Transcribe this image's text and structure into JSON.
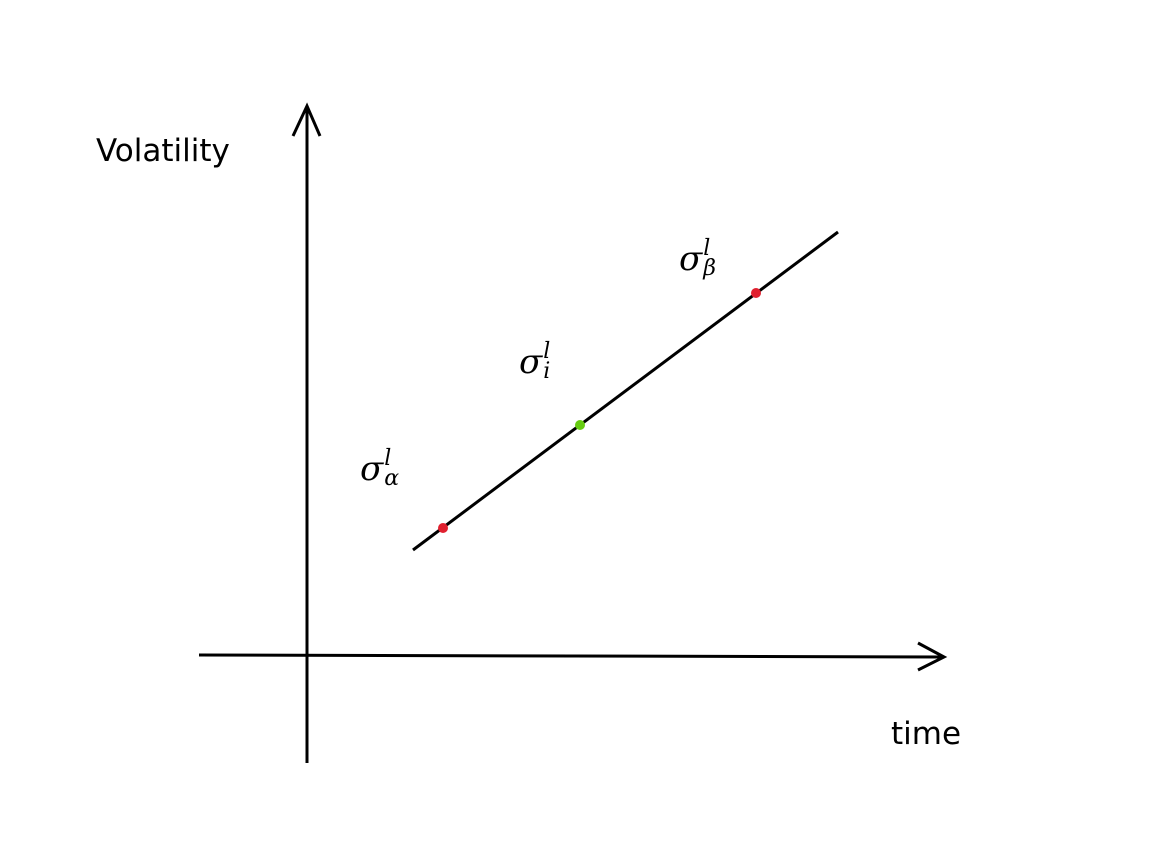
{
  "axes": {
    "y_label": "Volatility",
    "x_label": "time"
  },
  "points": [
    {
      "id": "alpha",
      "symbol": "σ",
      "superscript": "l",
      "subscript": "α",
      "color": "#e0202f"
    },
    {
      "id": "i",
      "symbol": "σ",
      "superscript": "l",
      "subscript": "i",
      "color": "#66cc11"
    },
    {
      "id": "beta",
      "symbol": "σ",
      "superscript": "l",
      "subscript": "β",
      "color": "#e0202f"
    }
  ],
  "colors": {
    "line": "#000000",
    "axis": "#000000"
  }
}
